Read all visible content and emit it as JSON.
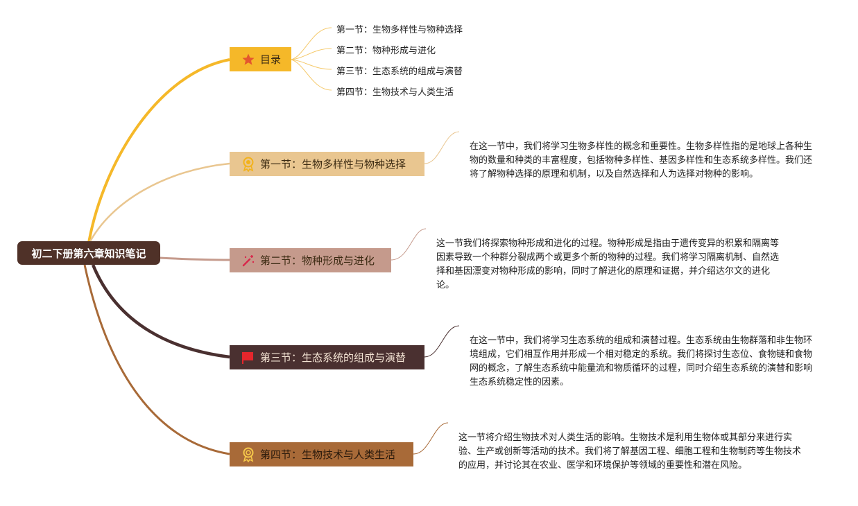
{
  "root": {
    "label": "初二下册第六章知识笔记",
    "color": "#4f3128"
  },
  "toc": {
    "label": "目录",
    "icon": "star-icon",
    "color": "#f5b829",
    "items": [
      "第一节：生物多样性与物种选择",
      "第二节：物种形成与进化",
      "第三节：生态系统的组成与演替",
      "第四节：生物技术与人类生活"
    ]
  },
  "sections": [
    {
      "label": "第一节：生物多样性与物种选择",
      "icon": "medal-icon",
      "color": "#e9c690",
      "description": "在这一节中，我们将学习生物多样性的概念和重要性。生物多样性指的是地球上各种生物的数量和种类的丰富程度，包括物种多样性、基因多样性和生态系统多样性。我们还将了解物种选择的原理和机制，以及自然选择和人为选择对物种的影响。"
    },
    {
      "label": "第二节：物种形成与进化",
      "icon": "magic-wand-icon",
      "color": "#c59a8c",
      "description": "这一节我们将探索物种形成和进化的过程。物种形成是指由于遗传变异的积累和隔离等因素导致一个种群分裂成两个或更多个新的物种的过程。我们将学习隔离机制、自然选择和基因漂变对物种形成的影响，同时了解进化的原理和证据，并介绍达尔文的进化论。"
    },
    {
      "label": "第三节：生态系统的组成与演替",
      "icon": "flag-icon",
      "color": "#4a3030",
      "description": "在这一节中，我们将学习生态系统的组成和演替过程。生态系统由生物群落和非生物环境组成，它们相互作用并形成一个相对稳定的系统。我们将探讨生态位、食物链和食物网的概念，了解生态系统中能量流和物质循环的过程，同时介绍生态系统的演替和影响生态系统稳定性的因素。"
    },
    {
      "label": "第四节：生物技术与人类生活",
      "icon": "award-ribbon-icon",
      "color": "#a86a38",
      "description": "这一节将介绍生物技术对人类生活的影响。生物技术是利用生物体或其部分来进行实验、生产或创新等活动的技术。我们将了解基因工程、细胞工程和生物制药等生物技术的应用，并讨论其在农业、医学和环境保护等领域的重要性和潜在风险。"
    }
  ]
}
